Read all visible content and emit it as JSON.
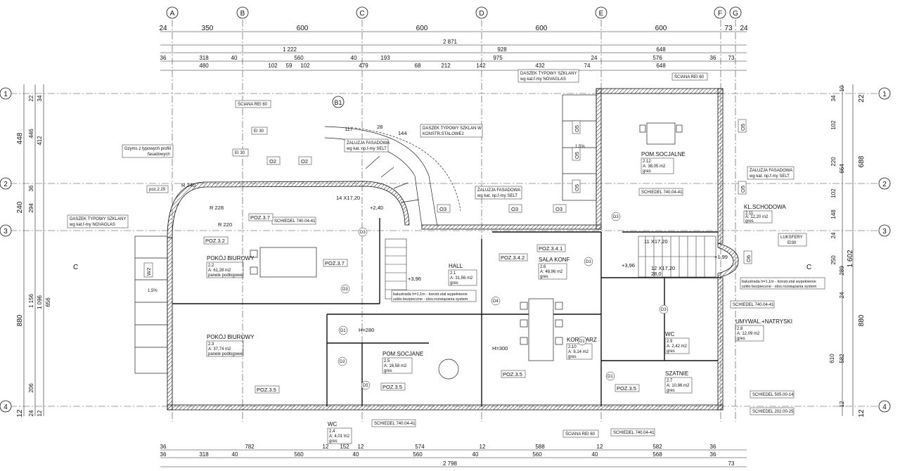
{
  "axes": {
    "columns": [
      "A",
      "B",
      "C",
      "D",
      "E",
      "F",
      "G",
      "B1"
    ],
    "rows": [
      "1",
      "2",
      "3",
      "4"
    ]
  },
  "dims_top": {
    "row1": [
      "24",
      "350",
      "600",
      "600",
      "600",
      "600",
      "73",
      "24"
    ],
    "total": "2 871",
    "row3": [
      "1 222",
      "928",
      "648"
    ],
    "row4": [
      "36",
      "318",
      "40",
      "560",
      "40",
      "193",
      "975",
      "24",
      "576",
      "36",
      "73"
    ],
    "row5": [
      "480",
      "102",
      "59",
      "102",
      "479",
      "68",
      "212",
      "142",
      "432",
      "74",
      "648"
    ]
  },
  "dims_bottom": {
    "row1": [
      "36",
      "782",
      "12",
      "152",
      "12",
      "574",
      "12",
      "588",
      "12",
      "582",
      "36"
    ],
    "row2": [
      "36",
      "318",
      "40",
      "560",
      "40",
      "560",
      "40",
      "560",
      "40",
      "568",
      "36"
    ],
    "total": "2 798",
    "end": "73"
  },
  "dims_left": {
    "outer": [
      "448",
      "240",
      "880",
      "12"
    ],
    "mid": [
      "22",
      "446",
      "36",
      "294",
      "1 156",
      "206",
      "24"
    ],
    "inner": [
      "34",
      "412",
      "1 096",
      "656",
      "12"
    ]
  },
  "dims_right": {
    "outer": [
      "22",
      "688",
      "1 602",
      "880",
      "12"
    ],
    "mid": [
      "10",
      "102",
      "220",
      "664",
      "102",
      "148",
      "289",
      "24",
      "250",
      "610",
      "12",
      "34"
    ],
    "inner": [
      "24",
      "582"
    ]
  },
  "rooms": [
    {
      "name": "POKÓJ BIUROWY",
      "no": "2.2",
      "area": "A: 61,28 m2",
      "floor": "panele podłogowe"
    },
    {
      "name": "POKÓJ BIUROWY",
      "no": "2.3",
      "area": "A: 37,74 m2",
      "floor": "panele podłogowe"
    },
    {
      "name": "HALL",
      "no": "2.1",
      "area": "A: 31,56 m2",
      "floor": "gres"
    },
    {
      "name": "SALA KONF",
      "no": "2.6",
      "area": "A: 48,96 m2",
      "floor": "gres"
    },
    {
      "name": "POM.SOCJALNE",
      "no": "2.12",
      "area": "A: 38,05 m2",
      "floor": "gres"
    },
    {
      "name": "KL.SCHODOWA",
      "no": "2.11",
      "area": "A: 12,20 m2",
      "floor": "gres"
    },
    {
      "name": "KORYTARZ",
      "no": "2.10",
      "area": "A: 8,14 m2",
      "floor": "gres"
    },
    {
      "name": "POM.SOCJANE",
      "no": "2.5",
      "area": "A: 16,58 m2",
      "floor": "gres"
    },
    {
      "name": "WC",
      "no": "2.4",
      "area": "A: 4,01 m2",
      "floor": "gres"
    },
    {
      "name": "UMYWAL.+NATRYSKI",
      "no": "2.8",
      "area": "A: 12,09 m2",
      "floor": "gres"
    },
    {
      "name": "WC",
      "no": "2.9",
      "area": "A: 2,42 m2",
      "floor": "gres"
    },
    {
      "name": "SZATNIE",
      "no": "2.7",
      "area": "A: 10,96 m2",
      "floor": "gres"
    }
  ],
  "notes": {
    "sciana_top": "ŚCIANA REI 60",
    "sciana_right": "ŚCIANA REI 60",
    "sciana_bottom": "ŚCIANA REI 60",
    "daszek_top": "DASZEK TYPOWY SZKLANY",
    "daszek_top_2": "wg kat.f-my NOVAGLAS",
    "daszek_left": "DASZEK TYPOWY SZKLANY",
    "daszek_left_2": "wg kat.f-my NOVAGLAS",
    "daszek_konstr": "DASZEK TYPOWY SZKLAN W",
    "daszek_konstr_2": "KONSTR.STALOWEJ",
    "zaluzja_1": "ŻALUZJA FASADOWA",
    "zaluzja_1b": "wg kat. np.f-my SELT",
    "zaluzja_2": "ŻALUZJA FASADOWA",
    "zaluzja_2b": "wg kat. np.f-my SELT",
    "zaluzja_3": "ŻALUZJA FASADOWA",
    "zaluzja_3b": "wg kat. np.f-my SELT",
    "gzyms": "Gzyms z typowych profili",
    "gzyms_2": "fasadowych",
    "ei30_a": "EI 30",
    "ei30_b": "EI 30",
    "poz229": "poz.2.29",
    "schiedel_1": "SCHIEDEL 740.04-41",
    "schiedel_2": "SCHIEDEL 740.04-41",
    "schiedel_3": "SCHIEDEL 740.04-41",
    "schiedel_4": "SCHIEDEL 740.04-41",
    "schiedel_5": "SCHIEDEL 740.04-41",
    "schiedel_6": "SCHIEDEL 505.00-14",
    "schiedel_7": "SCHIEDEL 202.00-25",
    "luksfery": "LUKSFERY",
    "luksfery_2": "EI30",
    "balustrada_1": "balustrada h=1,1m - konstr.stal wypełnienie",
    "balustrada_1b": "szkło bezpieczne - stos.rozwiązania system",
    "balustrada_2": "balustrada h=1,1m - konstr.stal wypełnienie",
    "balustrada_2b": "szkło bezpieczne - stos.rozwiązania system",
    "stairs_1": "14 X17,20",
    "stairs_2": "11 X17,20",
    "stairs_3": "12 X17,20",
    "stairs_3b": "28,0",
    "level_1": "+2,40",
    "level_2": "+3,96",
    "level_3": "+3,96",
    "level_4": "+1,99",
    "h280": "H=280",
    "h300": "H=300",
    "section": "C",
    "slope_1": "1,5%",
    "slope_2": "1,5%",
    "r240": "R 240",
    "r228": "R 228",
    "r220": "R 220",
    "dim_117": "117",
    "dim_144": "144",
    "dim_28": "28"
  },
  "positions": [
    "POZ.3.2",
    "POZ.3.7",
    "POZ.3.7",
    "POZ.3.4.1",
    "POZ.3.4.2",
    "POZ.3.5",
    "POZ.3.5",
    "POZ.3.5",
    "POZ.3.5"
  ],
  "tags": [
    "O2",
    "O2",
    "O3",
    "O3",
    "O3",
    "O5",
    "O5",
    "O5",
    "O5",
    "O5",
    "W2",
    "O6",
    "D1",
    "D1",
    "D1",
    "D2",
    "D3",
    "D3",
    "D3",
    "D3",
    "D3",
    "D4",
    "D5"
  ]
}
